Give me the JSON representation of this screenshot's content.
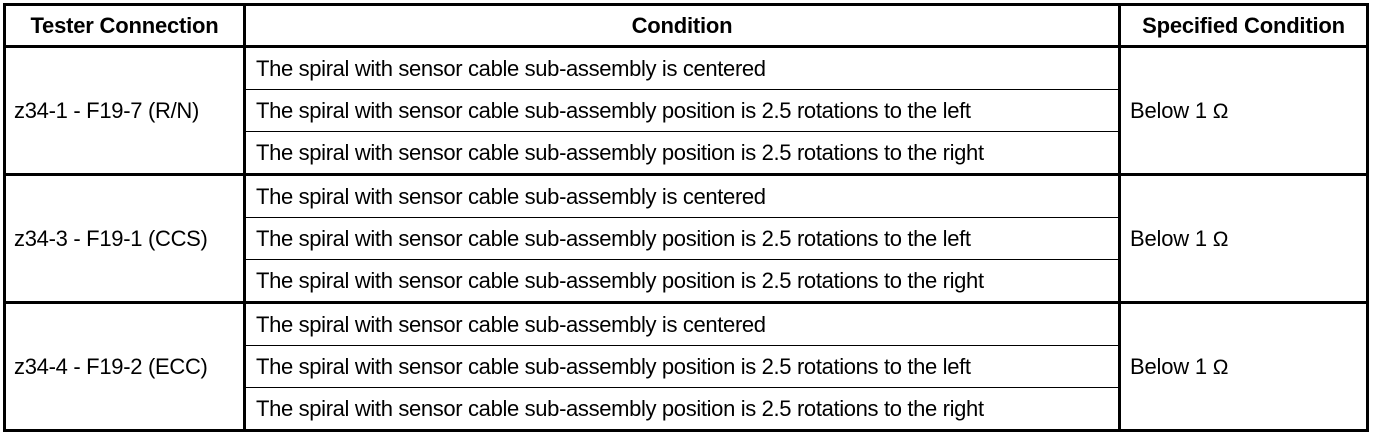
{
  "table": {
    "headers": {
      "tester_connection": "Tester Connection",
      "condition": "Condition",
      "specified_condition": "Specified Condition"
    },
    "conditions": {
      "centered": "The spiral with sensor cable sub-assembly is centered",
      "left": "The spiral with sensor cable sub-assembly position is 2.5 rotations to the left",
      "right": "The spiral with sensor cable sub-assembly position is 2.5 rotations to the right"
    },
    "groups": [
      {
        "tester": "z34-1 - F19-7 (R/N)",
        "rows": [
          "The spiral with sensor cable sub-assembly is centered",
          "The spiral with sensor cable sub-assembly position is 2.5 rotations to the left",
          "The spiral with sensor cable sub-assembly position is 2.5 rotations to the right"
        ],
        "spec_prefix": "Below 1 ",
        "spec_unit": "Ω"
      },
      {
        "tester": "z34-3 - F19-1 (CCS)",
        "rows": [
          "The spiral with sensor cable sub-assembly is centered",
          "The spiral with sensor cable sub-assembly position is 2.5 rotations to the left",
          "The spiral with sensor cable sub-assembly position is 2.5 rotations to the right"
        ],
        "spec_prefix": "Below 1 ",
        "spec_unit": "Ω"
      },
      {
        "tester": "z34-4 - F19-2 (ECC)",
        "rows": [
          "The spiral with sensor cable sub-assembly is centered",
          "The spiral with sensor cable sub-assembly position is 2.5 rotations to the left",
          "The spiral with sensor cable sub-assembly position is 2.5 rotations to the right"
        ],
        "spec_prefix": "Below 1 ",
        "spec_unit": "Ω"
      }
    ],
    "colors": {
      "border": "#000000",
      "text": "#000000",
      "background": "#ffffff"
    }
  }
}
